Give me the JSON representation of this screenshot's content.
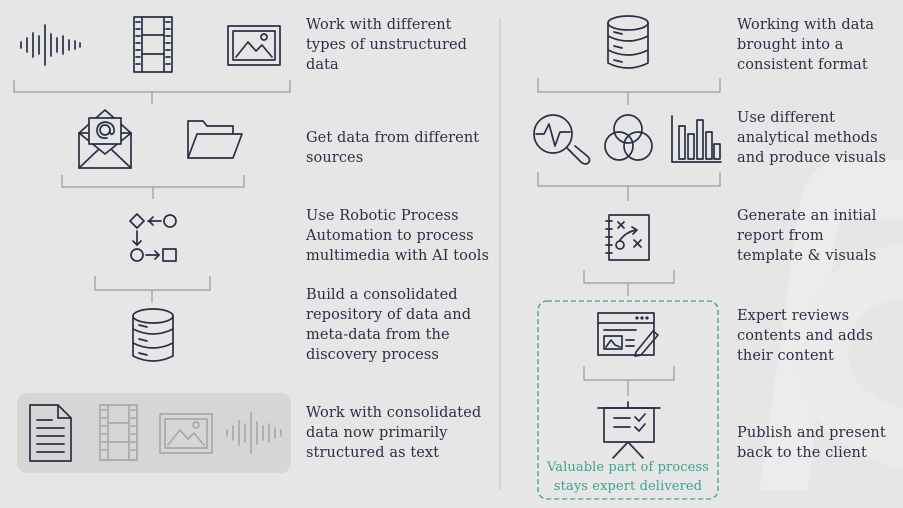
{
  "left_steps": [
    {
      "text": "Work with different\ntypes of unstructured\ndata"
    },
    {
      "text": "Get data from different\nsources"
    },
    {
      "text": "Use Robotic Process\nAutomation to process\nmultimedia with AI tools"
    },
    {
      "text": "Build a consolidated\nrepository of data and\nmeta-data from the\ndiscovery process"
    },
    {
      "text": "Work with consolidated\ndata now primarily\nstructured as text"
    }
  ],
  "right_steps": [
    {
      "text": "Working with data\nbrought into a\nconsistent format"
    },
    {
      "text": "Use different\nanalytical methods\nand produce visuals"
    },
    {
      "text": "Generate an initial\nreport from\ntemplate & visuals"
    },
    {
      "text": "Expert reviews\ncontents and adds\ntheir content"
    },
    {
      "text": "Publish and present\nback to the client"
    }
  ],
  "expert_note": "Valuable part of process\nstays expert delivered",
  "colors": {
    "background": "#e6e6e6",
    "ink": "#2a2f45",
    "faded_ink": "#a9a9a9",
    "accent": "#3aa391",
    "panel": "#d6d6d6"
  },
  "icons": [
    "waveform-icon",
    "film-strip-icon",
    "image-icon",
    "email-icon",
    "folder-icon",
    "rpa-flow-icon",
    "database-icon",
    "document-icon",
    "film-strip-faded-icon",
    "image-faded-icon",
    "waveform-faded-icon",
    "database-icon",
    "magnifier-chart-icon",
    "venn-diagram-icon",
    "bar-chart-icon",
    "report-notebook-icon",
    "review-window-icon",
    "presentation-board-icon",
    "watermark-logo-icon"
  ]
}
